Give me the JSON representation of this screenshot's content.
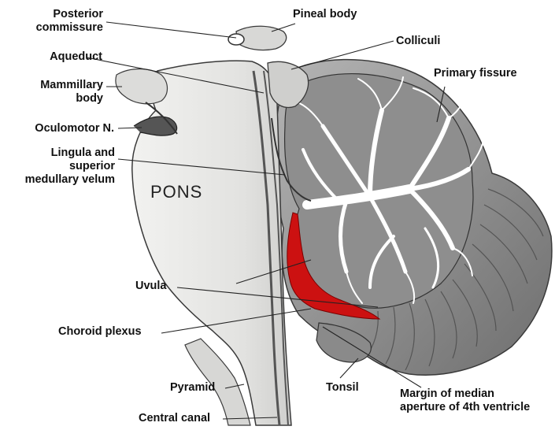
{
  "labels": {
    "posterior_commissure": [
      "Posterior",
      "commissure"
    ],
    "pineal_body": "Pineal body",
    "colliculi": "Colliculi",
    "aqueduct": "Aqueduct",
    "primary_fissure": "Primary fissure",
    "mammillary_body": [
      "Mammillary",
      "body"
    ],
    "oculomotor_n": "Oculomotor N.",
    "lingula": [
      "Lingula and",
      "superior",
      "medullary velum"
    ],
    "pons": "PONS",
    "uvula": "Uvula",
    "choroid_plexus": "Choroid plexus",
    "pyramid": "Pyramid",
    "tonsil": "Tonsil",
    "median_aperture": [
      "Margin of median",
      "aperture of 4th ventricle"
    ],
    "central_canal": "Central canal"
  },
  "colors": {
    "choroid_plexus": "#cc1111",
    "brainstem_fill": "#e4e4e2",
    "cerebellum_fill": "#9a9a9a",
    "white_matter": "#ffffff",
    "outline": "#3a3a3a"
  }
}
